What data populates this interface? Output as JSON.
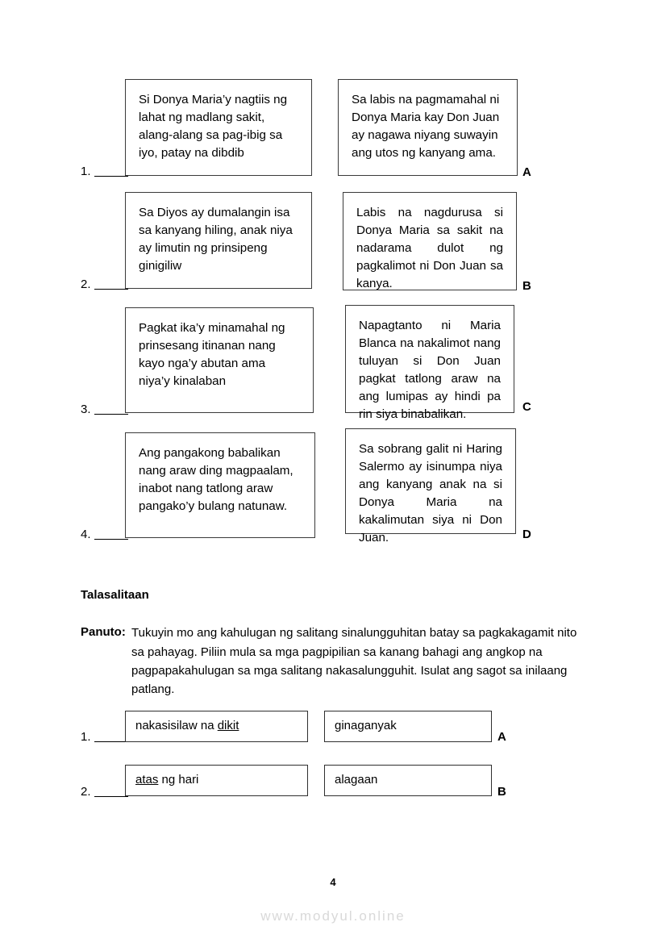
{
  "page": {
    "number": "4",
    "watermark": "www.modyul.online"
  },
  "matching": {
    "items": [
      {
        "number": "1.",
        "text": "Si Donya Maria’y nagtiis ng lahat ng madlang sakit, alang-alang sa pag-ibig sa iyo, patay na dibdib"
      },
      {
        "number": "2.",
        "text": "Sa Diyos ay dumalangin isa sa kanyang hiling, anak niya ay limutin ng prinsipeng ginigiliw"
      },
      {
        "number": "3.",
        "text": "Pagkat ika’y minamahal ng prinsesang itinanan nang kayo nga’y abutan ama niya’y kinalaban"
      },
      {
        "number": "4.",
        "text": "Ang pangakong babalikan nang araw ding magpaalam, inabot nang tatlong araw pangako’y bulang natunaw."
      }
    ],
    "choices": [
      {
        "letter": "A",
        "text": "Sa labis na pagmamahal ni Donya Maria kay Don Juan ay nagawa niyang suwayin ang utos ng kanyang ama."
      },
      {
        "letter": "B",
        "text": "Labis na nagdurusa si Donya Maria sa sakit na nadarama dulot ng pagkalimot ni Don Juan sa kanya."
      },
      {
        "letter": "C",
        "text": "Napagtanto ni Maria Blanca na nakalimot nang tuluyan si Don Juan pagkat tatlong araw na ang lumipas ay hindi pa rin siya binabalikan."
      },
      {
        "letter": "D",
        "text": "Sa sobrang galit ni Haring Salermo ay isinumpa niya ang kanyang anak na si Donya Maria na kakalimutan siya ni Don Juan."
      }
    ]
  },
  "talasalitaan": {
    "title": "Talasalitaan",
    "panuto_label": "Panuto:",
    "panuto_text": "Tukuyin mo ang kahulugan ng salitang sinalungguhitan batay sa pagkakagamit nito sa pahayag. Piliin mula sa mga pagpipilian sa kanang bahagi ang angkop na pagpapakahulugan sa mga salitang nakasalungguhit. Isulat ang sagot sa inilaang patlang.",
    "items": [
      {
        "number": "1.",
        "phrase_before": "nakasisilaw na ",
        "phrase_underlined": "dikit",
        "phrase_after": "",
        "choice_letter": "A",
        "choice_text": "ginaganyak"
      },
      {
        "number": "2.",
        "phrase_before": "",
        "phrase_underlined": "atas",
        "phrase_after": " ng hari",
        "choice_letter": "B",
        "choice_text": "alagaan"
      }
    ]
  }
}
